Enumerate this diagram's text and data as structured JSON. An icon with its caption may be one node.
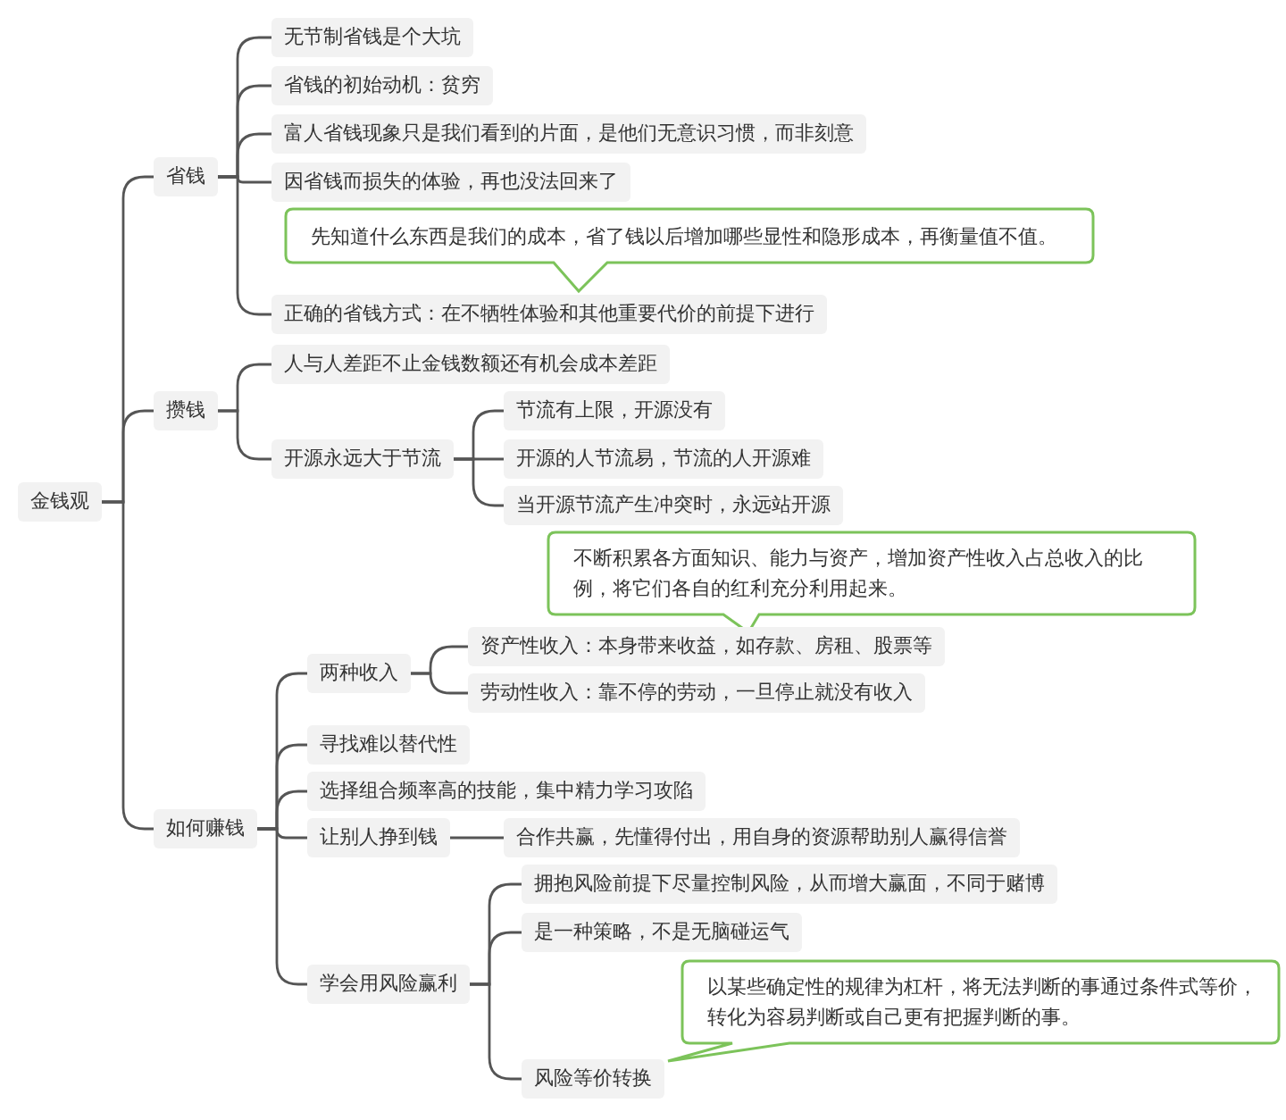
{
  "diagram": {
    "nodes": [
      {
        "text": [
          "金钱观"
        ]
      },
      {
        "text": [
          "省钱"
        ]
      },
      {
        "text": [
          "无节制省钱是个大坑"
        ]
      },
      {
        "text": [
          "省钱的初始动机：贫穷"
        ]
      },
      {
        "text": [
          "富人省钱现象只是我们看到的片面，是他们无意识习惯，而非刻意"
        ]
      },
      {
        "text": [
          "因省钱而损失的体验，再也没法回来了"
        ]
      },
      {
        "text": [
          "先知道什么东西是我们的成本，省了钱以后增加哪些显性和隐形成本，再衡量值不值。"
        ]
      },
      {
        "text": [
          "正确的省钱方式：在不牺牲体验和其他重要代价的前提下进行"
        ]
      },
      {
        "text": [
          "攒钱"
        ]
      },
      {
        "text": [
          "人与人差距不止金钱数额还有机会成本差距"
        ]
      },
      {
        "text": [
          "开源永远大于节流"
        ]
      },
      {
        "text": [
          "节流有上限，开源没有"
        ]
      },
      {
        "text": [
          "开源的人节流易，节流的人开源难"
        ]
      },
      {
        "text": [
          "当开源节流产生冲突时，永远站开源"
        ]
      },
      {
        "text": [
          "不断积累各方面知识、能力与资产，增加资产性收入占总收入的比例，将它们各自的红利充分利用起来。"
        ]
      },
      {
        "text": [
          "如何赚钱"
        ]
      },
      {
        "text": [
          "两种收入"
        ]
      },
      {
        "text": [
          "资产性收入：本身带来收益，如存款、房租、股票等"
        ]
      },
      {
        "text": [
          "劳动性收入：靠不停的劳动，一旦停止就没有收入"
        ]
      },
      {
        "text": [
          "寻找难以替代性"
        ]
      },
      {
        "text": [
          "选择组合频率高的技能，集中精力学习攻陷"
        ]
      },
      {
        "text": [
          "让别人挣到钱"
        ]
      },
      {
        "text": [
          "合作共赢，先懂得付出，用自身的资源帮助别人赢得信誉"
        ]
      },
      {
        "text": [
          "学会用风险赢利"
        ]
      },
      {
        "text": [
          "拥抱风险前提下尽量控制风险，从而增大赢面，不同于赌博"
        ]
      },
      {
        "text": [
          "是一种策略，不是无脑碰运气"
        ]
      },
      {
        "text": [
          "以某些确定性的规律为杠杆，将无法判断的事通过条件式等价，转化为容易判断或自己更有把握判断的事。"
        ]
      },
      {
        "text": [
          "风险等价转换"
        ]
      }
    ],
    "edges": [
      {
        "from": 0,
        "to": 1,
        "arrow": "none"
      },
      {
        "from": 0,
        "to": 8,
        "arrow": "none"
      },
      {
        "from": 0,
        "to": 15,
        "arrow": "none"
      },
      {
        "from": 1,
        "to": 2,
        "arrow": "none"
      },
      {
        "from": 1,
        "to": 3,
        "arrow": "none"
      },
      {
        "from": 1,
        "to": 4,
        "arrow": "none"
      },
      {
        "from": 1,
        "to": 5,
        "arrow": "none"
      },
      {
        "from": 1,
        "to": 7,
        "arrow": "none"
      },
      {
        "from": 8,
        "to": 9,
        "arrow": "none"
      },
      {
        "from": 8,
        "to": 10,
        "arrow": "none"
      },
      {
        "from": 10,
        "to": 11,
        "arrow": "none"
      },
      {
        "from": 10,
        "to": 12,
        "arrow": "none"
      },
      {
        "from": 10,
        "to": 13,
        "arrow": "none"
      },
      {
        "from": 15,
        "to": 16,
        "arrow": "none"
      },
      {
        "from": 15,
        "to": 19,
        "arrow": "none"
      },
      {
        "from": 15,
        "to": 20,
        "arrow": "none"
      },
      {
        "from": 15,
        "to": 21,
        "arrow": "none"
      },
      {
        "from": 15,
        "to": 23,
        "arrow": "none"
      },
      {
        "from": 16,
        "to": 17,
        "arrow": "none"
      },
      {
        "from": 16,
        "to": 18,
        "arrow": "none"
      },
      {
        "from": 21,
        "to": 22,
        "arrow": "none"
      },
      {
        "from": 23,
        "to": 24,
        "arrow": "none"
      },
      {
        "from": 23,
        "to": 25,
        "arrow": "none"
      },
      {
        "from": 23,
        "to": 27,
        "arrow": "none"
      }
    ]
  }
}
